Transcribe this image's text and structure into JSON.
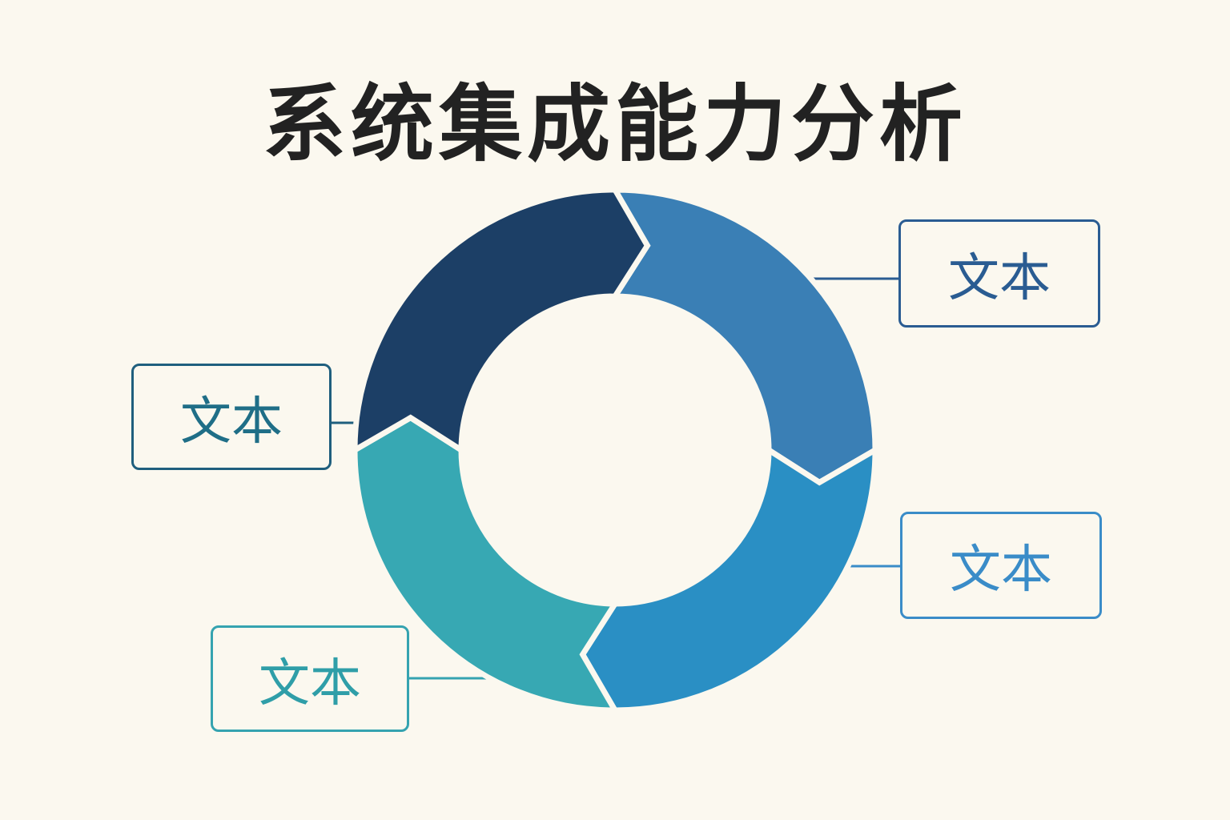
{
  "title": "系统集成能力分析",
  "colors": {
    "segment_top_left": "#1c3f66",
    "segment_top_right": "#3a7fb5",
    "segment_bottom_right": "#2a8fc4",
    "segment_bottom_left": "#37a8b3",
    "background": "#fbf8ef"
  },
  "labels": {
    "top_right": "文本",
    "left": "文本",
    "bottom_right": "文本",
    "bottom_left": "文本"
  }
}
